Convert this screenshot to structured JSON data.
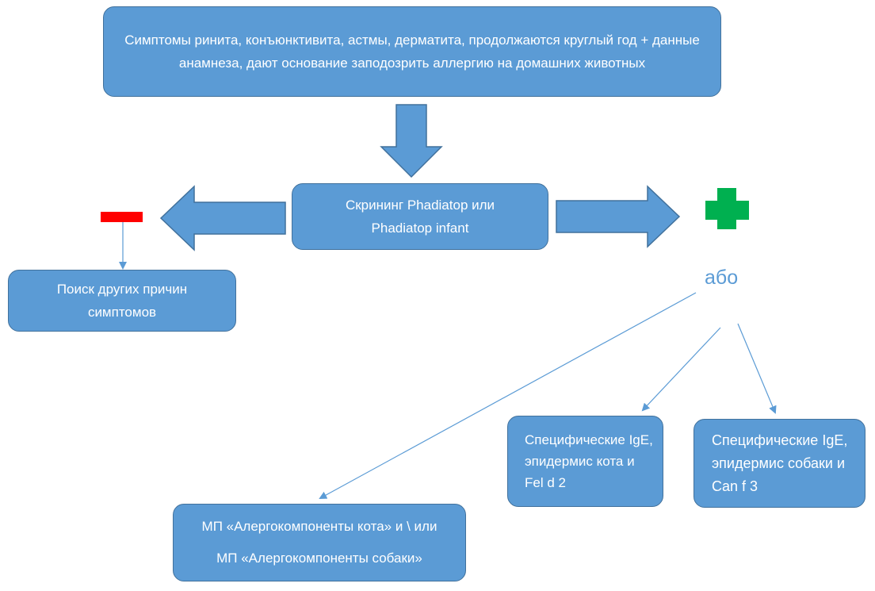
{
  "nodes": {
    "top": {
      "text": "Симптомы ринита, конъюнктивита, астмы, дерматита, продолжаются круглый год + данные анамнеза, дают основание заподозрить аллергию на домашних животных"
    },
    "screening": {
      "text": "Скрининг Phadiatop или Phadiatop infant"
    },
    "other_causes": {
      "text": "Поиск других причин симптомов"
    },
    "cat_ige": {
      "text": "Специфические IgE, эпидермис кота и Fel d 2"
    },
    "dog_ige": {
      "text": "Специфические IgE, эпидермис собаки и Can f 3"
    },
    "mp": {
      "line1": "МП «Алергокомпоненты кота» и \\ или",
      "line2": "МП «Алергокомпоненты собаки»"
    }
  },
  "labels": {
    "or": "або"
  },
  "icons": {
    "negative": "minus-icon",
    "positive": "plus-icon"
  },
  "colors": {
    "box_fill": "#5b9bd5",
    "box_border": "#41719c",
    "box_text": "#ffffff",
    "negative": "#ff0000",
    "positive": "#00b050",
    "or_text": "#5b9bd5"
  }
}
